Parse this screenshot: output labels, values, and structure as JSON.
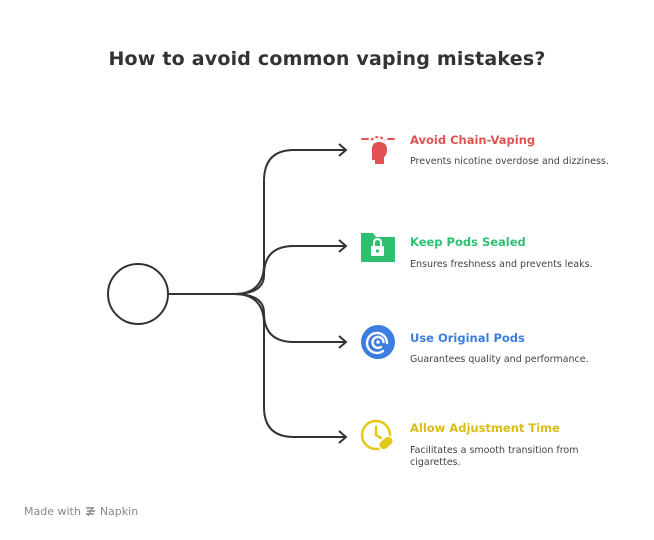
{
  "title": "How to avoid common vaping mistakes?",
  "items": [
    {
      "label": "Avoid Chain-Vaping",
      "desc": "Prevents nicotine overdose and dizziness.",
      "color": "#e05252",
      "icon": "head-alert-icon"
    },
    {
      "label": "Keep Pods Sealed",
      "desc": "Ensures freshness and prevents leaks.",
      "color": "#2fbf71",
      "icon": "folder-lock-icon"
    },
    {
      "label": "Use Original Pods",
      "desc": "Guarantees quality and performance.",
      "color": "#3b7ee0",
      "icon": "signal-icon"
    },
    {
      "label": "Allow Adjustment Time",
      "desc": "Facilitates a smooth transition from cigarettes.",
      "color": "#e3c81c",
      "icon": "clock-pill-icon"
    }
  ],
  "footer": {
    "made_with": "Made with",
    "brand": "Napkin"
  }
}
